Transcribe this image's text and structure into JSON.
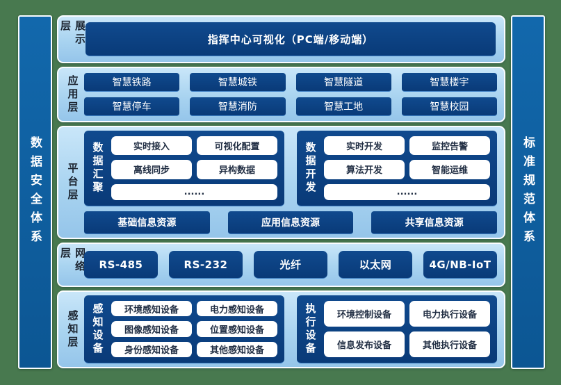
{
  "colors": {
    "frame_green": "#48794f",
    "bar_blue_top": "#1268ac",
    "bar_blue_bottom": "#0c5693",
    "navy_top": "#104a8e",
    "navy_bottom": "#093a78",
    "panel_top": "#c9e6f9",
    "panel_bottom": "#95c5ea"
  },
  "side_bars": {
    "left_label": "数据安全体系",
    "right_label": "标准规范体系"
  },
  "layers": {
    "display": {
      "label": "展示层",
      "box": "指挥中心可视化（PC端/移动端）"
    },
    "application": {
      "label": "应用层",
      "buttons": [
        "智慧铁路",
        "智慧城铁",
        "智慧隧道",
        "智慧楼宇",
        "智慧停车",
        "智慧消防",
        "智慧工地",
        "智慧校园"
      ]
    },
    "platform": {
      "label": "平台层",
      "groups": [
        {
          "label": "数据汇聚",
          "chips": [
            "实时接入",
            "可视化配置",
            "离线同步",
            "异构数据",
            "......"
          ]
        },
        {
          "label": "数据开发",
          "chips": [
            "实时开发",
            "监控告警",
            "算法开发",
            "智能运维",
            "......"
          ]
        }
      ],
      "resources": [
        "基础信息资源",
        "应用信息资源",
        "共享信息资源"
      ]
    },
    "network": {
      "label": "网络层",
      "buttons": [
        "RS-485",
        "RS-232",
        "光纤",
        "以太网",
        "4G/NB-IoT"
      ]
    },
    "perception": {
      "label": "感知层",
      "groups": [
        {
          "label": "感知设备",
          "chips": [
            "环境感知设备",
            "电力感知设备",
            "图像感知设备",
            "位置感知设备",
            "身份感知设备",
            "其他感知设备"
          ]
        },
        {
          "label": "执行设备",
          "chips": [
            "环境控制设备",
            "电力执行设备",
            "信息发布设备",
            "其他执行设备"
          ]
        }
      ]
    }
  }
}
